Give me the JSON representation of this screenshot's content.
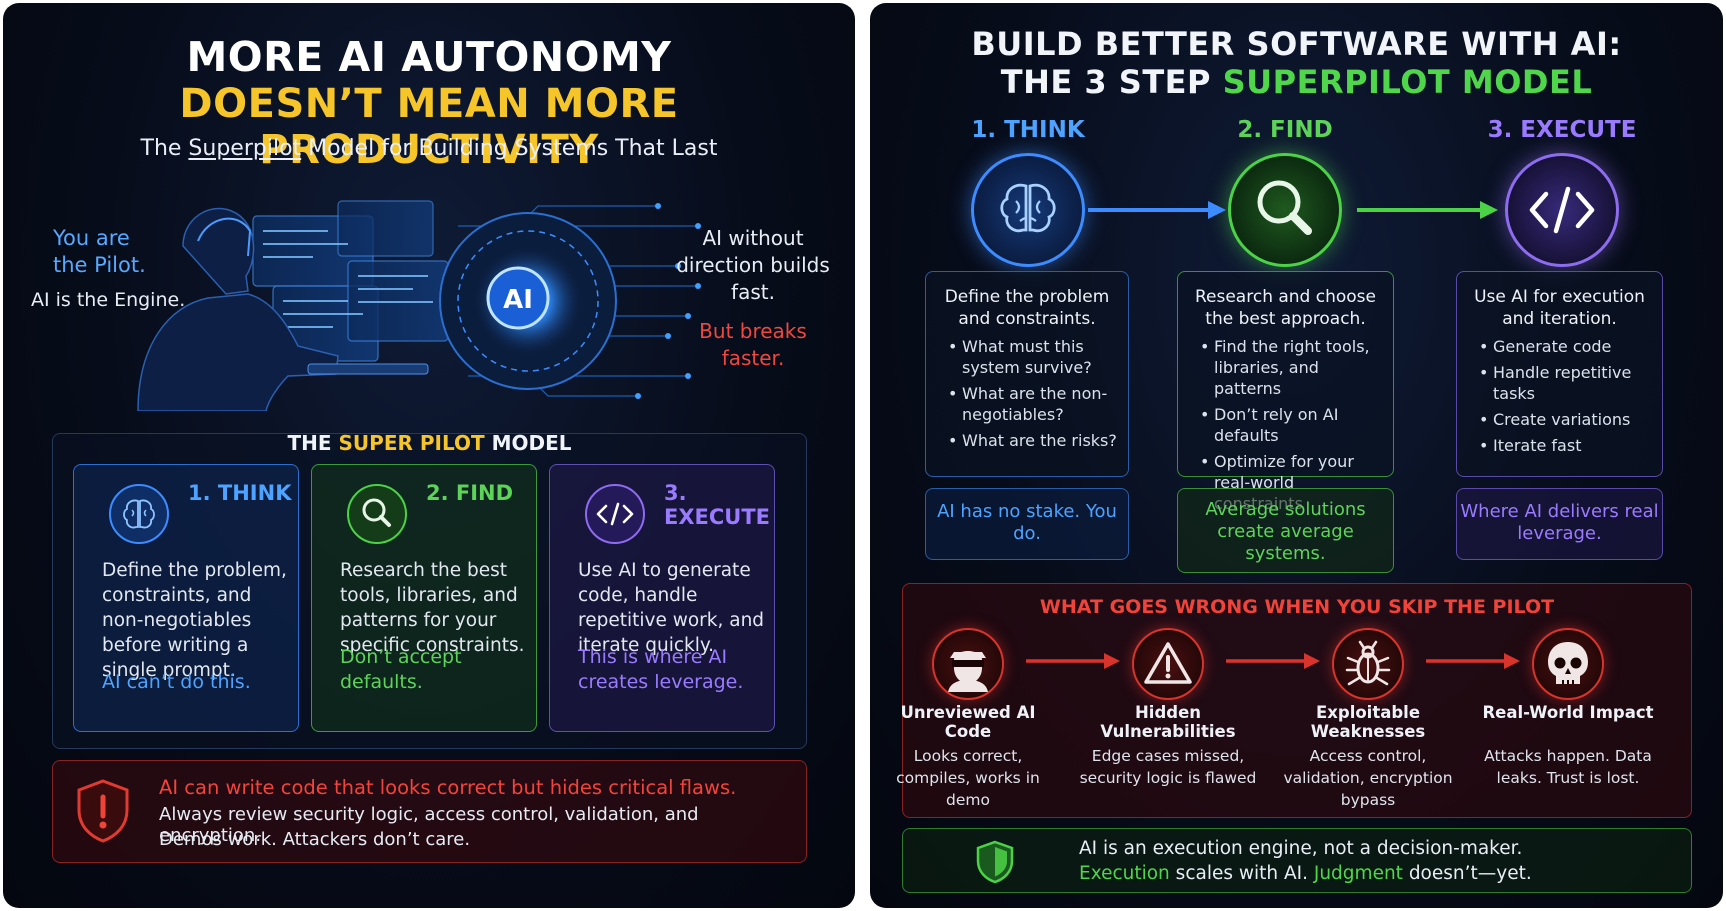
{
  "left": {
    "title_line1": "MORE AI AUTONOMY",
    "title_line2": "DOESN’T MEAN MORE PRODUCTIVITY",
    "subtitle_pre": "The ",
    "subtitle_link": "Superpilot",
    "subtitle_post": " Model for Building Systems That Last",
    "pilot_line1": "You are the Pilot.",
    "pilot_line2": "AI is the Engine.",
    "direction_text": "AI without direction builds fast.",
    "breaks_text": "But breaks faster.",
    "hero_chip": "AI",
    "model_title_pre": "THE ",
    "model_title_highlight": "SUPER PILOT",
    "model_title_post": " MODEL",
    "cards": [
      {
        "title": "1. THINK",
        "body": "Define the problem, constraints, and non-negotiables before writing a single prompt.",
        "note": "AI can’t do this."
      },
      {
        "title": "2. FIND",
        "body": "Research the best tools, libraries, and patterns for your specific constraints.",
        "note": "Don’t accept defaults."
      },
      {
        "title": "3. EXECUTE",
        "body": "Use AI to generate code, handle repetitive work, and iterate quickly.",
        "note": "This is where AI creates leverage."
      }
    ],
    "warning": {
      "headline": "AI can write code that looks correct but hides critical flaws.",
      "line2": "Always review security logic, access control, validation, and encryption.",
      "line3": "Demos work. Attackers don’t care."
    }
  },
  "right": {
    "title_line1": "BUILD BETTER SOFTWARE WITH AI:",
    "title_line2_pre": "THE 3 STEP ",
    "title_line2_highlight": "SUPERPILOT MODEL",
    "steps": [
      {
        "label": "1. THINK",
        "heading": "Define the problem and constraints.",
        "bullets": [
          "What must this system survive?",
          "What are the non-negotiables?",
          "What are the risks?"
        ],
        "note": "AI has no stake. You do."
      },
      {
        "label": "2. FIND",
        "heading": "Research and choose the best approach.",
        "bullets": [
          "Find the right tools, libraries, and patterns",
          "Don’t rely on AI defaults",
          "Optimize for your real-world constraints"
        ],
        "note": "Average solutions create average systems."
      },
      {
        "label": "3. EXECUTE",
        "heading": "Use AI for execution and iteration.",
        "bullets": [
          "Generate code",
          "Handle repetitive tasks",
          "Create variations",
          "Iterate fast"
        ],
        "note": "Where AI delivers real leverage."
      }
    ],
    "wrong_title": "WHAT GOES WRONG WHEN YOU SKIP THE PILOT",
    "failures": [
      {
        "label": "Unreviewed AI Code",
        "desc": "Looks correct, compiles, works in demo",
        "icon": "hacker-icon"
      },
      {
        "label": "Hidden Vulnerabilities",
        "desc": "Edge cases missed, security logic is flawed",
        "icon": "warning-triangle-icon"
      },
      {
        "label": "Exploitable Weaknesses",
        "desc": "Access control, validation, encryption bypass",
        "icon": "bug-icon"
      },
      {
        "label": "Real-World Impact",
        "desc": "Attacks happen. Data leaks. Trust is lost.",
        "icon": "skull-icon"
      }
    ],
    "closing": {
      "line1": "AI is an execution engine, not a decision-maker.",
      "line2_a": "Execution",
      "line2_b": " scales with AI. ",
      "line2_c": "Judgment",
      "line2_d": " doesn’t—yet."
    }
  },
  "colors": {
    "yellow": "#f5c52a",
    "blue": "#4da3ff",
    "green": "#5ed35a",
    "purple": "#9a7bff",
    "red": "#f0433a"
  }
}
